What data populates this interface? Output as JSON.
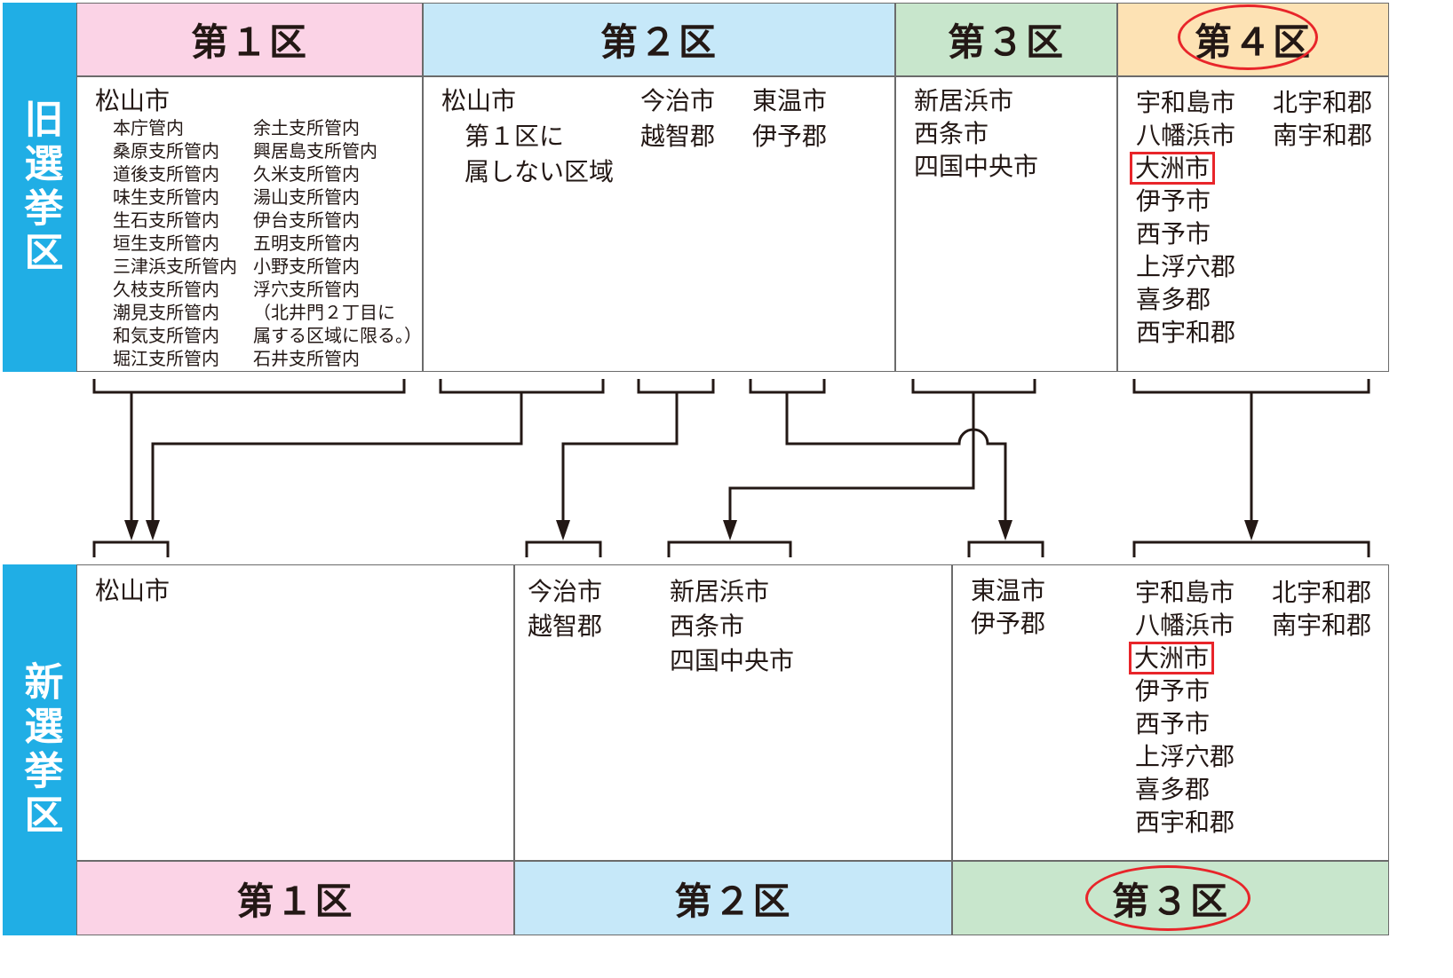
{
  "old": {
    "label": "旧選挙区",
    "headers": [
      "第１区",
      "第２区",
      "第３区",
      "第４区"
    ],
    "d1": {
      "city": "松山市",
      "col1": [
        "本庁管内",
        "桑原支所管内",
        "道後支所管内",
        "味生支所管内",
        "生石支所管内",
        "垣生支所管内",
        "三津浜支所管内",
        "久枝支所管内",
        "潮見支所管内",
        "和気支所管内",
        "堀江支所管内"
      ],
      "col2": [
        "余土支所管内",
        "興居島支所管内",
        "久米支所管内",
        "湯山支所管内",
        "伊台支所管内",
        "五明支所管内",
        "小野支所管内",
        "浮穴支所管内",
        "（北井門２丁目に",
        "属する区域に限る。）",
        "石井支所管内"
      ]
    },
    "d2": {
      "matsuyama": [
        "松山市",
        "第１区に",
        "属しない区域"
      ],
      "imabari": [
        "今治市",
        "越智郡"
      ],
      "toon": [
        "東温市",
        "伊予郡"
      ]
    },
    "d3": [
      "新居浜市",
      "西条市",
      "四国中央市"
    ],
    "d4": {
      "col1": [
        "宇和島市",
        "八幡浜市",
        "大洲市",
        "伊予市",
        "西予市",
        "上浮穴郡",
        "喜多郡",
        "西宇和郡"
      ],
      "col2": [
        "北宇和郡",
        "南宇和郡"
      ]
    }
  },
  "new": {
    "label": "新選挙区",
    "headers": [
      "第１区",
      "第２区",
      "第３区"
    ],
    "d1": [
      "松山市"
    ],
    "d2a": [
      "今治市",
      "越智郡"
    ],
    "d2b": [
      "新居浜市",
      "西条市",
      "四国中央市"
    ],
    "d3a": [
      "東温市",
      "伊予郡"
    ],
    "d3b": {
      "col1": [
        "宇和島市",
        "八幡浜市",
        "大洲市",
        "伊予市",
        "西予市",
        "上浮穴郡",
        "喜多郡",
        "西宇和郡"
      ],
      "col2": [
        "北宇和郡",
        "南宇和郡"
      ]
    }
  },
  "highlight": {
    "color": "#e8252a",
    "city": "大洲市",
    "circled_old_header": "第４区",
    "circled_new_header": "第３区"
  }
}
